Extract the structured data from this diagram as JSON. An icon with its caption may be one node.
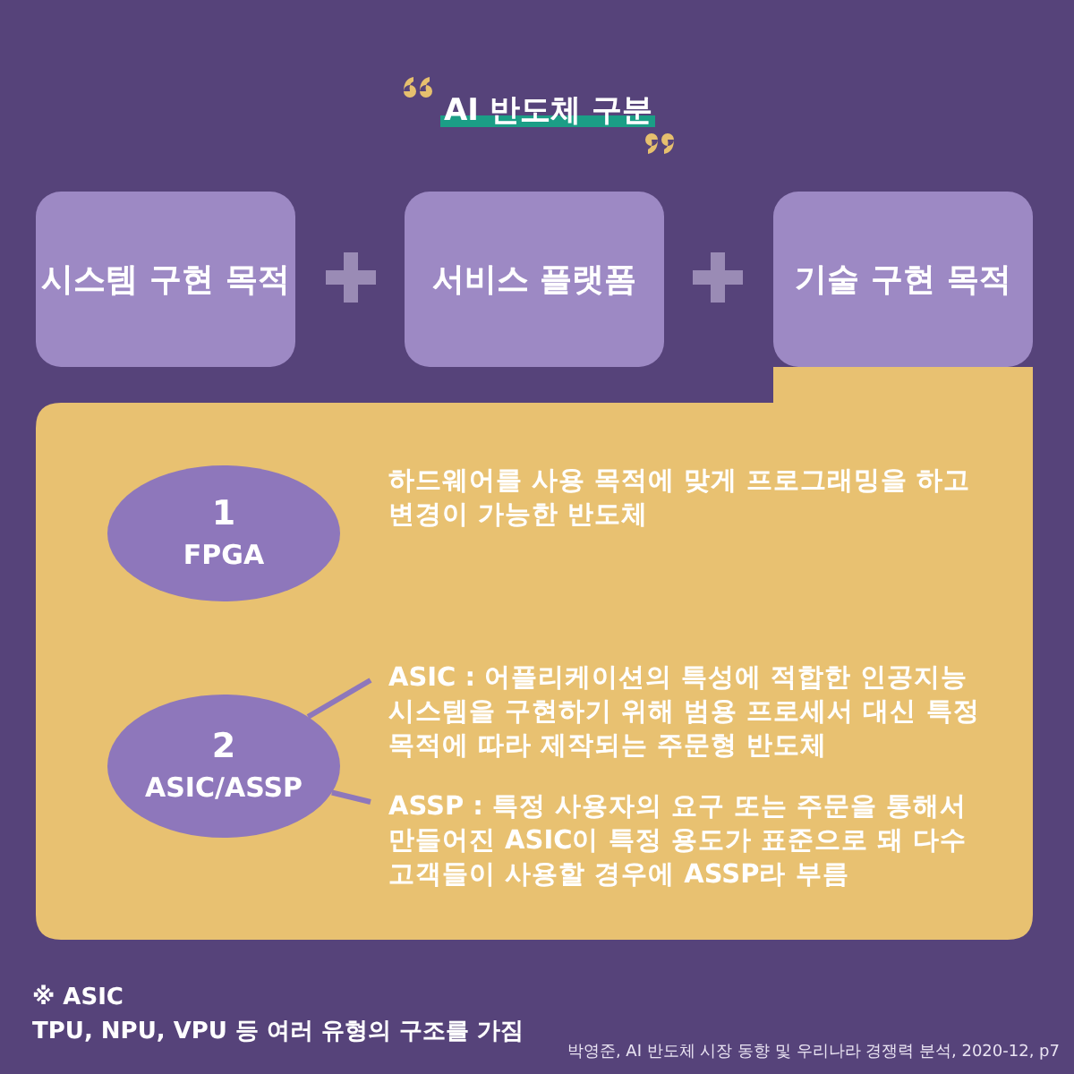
{
  "diagram": {
    "title": "AI 반도체 구분",
    "nodes": [
      {
        "text": [
          "시스템 구현 목적"
        ]
      },
      {
        "text": [
          "서비스 플랫폼"
        ]
      },
      {
        "text": [
          "기술 구현 목적"
        ]
      },
      {
        "text": [],
        "shape": "box"
      },
      {
        "text": [
          "1",
          "FPGA"
        ],
        "in": 3,
        "beside": [
          "하드웨어를 사용 목적에 맞게 프로그래밍을 하고 변경이 가능한 반도체"
        ]
      },
      {
        "text": [
          "2",
          "ASIC/ASSP"
        ],
        "in": 3
      },
      {
        "text": [
          "ASIC : 어플리케이션의 특성에 적합한 인공지능 시스템을 구현하기 위해 범용 프로세서 대신 특정 목적에 따라 제작되는 주문형 반도체"
        ],
        "in": 3
      },
      {
        "text": [
          "ASSP : 특정 사용자의 요구 또는 주문을 통해서 만들어진 ASIC이 특정 용도가 표준으로 돼 다수 고객들이 사용할 경우에 ASSP라 부름"
        ],
        "in": 3
      }
    ],
    "edges": [
      {
        "from": 6,
        "to": 5,
        "arrow": "none"
      },
      {
        "from": 7,
        "to": 5,
        "arrow": "none"
      }
    ],
    "labels": [
      "※ ASIC",
      "TPU, NPU, VPU 등 여러 유형의 구조를 가짐",
      "박영준, AI 반도체 시장 동향 및 우리나라 경쟁력 분석, 2020-12, p7"
    ]
  }
}
